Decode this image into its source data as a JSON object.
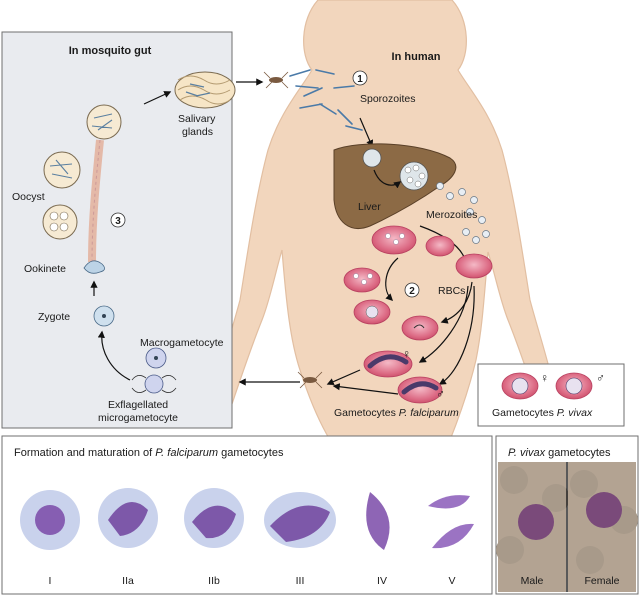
{
  "diagram": {
    "mosquito_title": "In mosquito gut",
    "human_title": "In human",
    "step1": "1",
    "step2": "2",
    "step3": "3",
    "sporozoites": "Sporozoites",
    "salivary_line1": "Salivary",
    "salivary_line2": "glands",
    "oocyst": "Oocyst",
    "ookinete": "Ookinete",
    "zygote": "Zygote",
    "macrogametocyte": "Macrogametocyte",
    "exflag_line1": "Exflagellated",
    "exflag_line2": "microgametocyte",
    "liver": "Liver",
    "merozoites": "Merozoites",
    "rbcs": "RBCs",
    "gametocytes_pf_prefix": "Gametocytes ",
    "gametocytes_pf_species": "P. falciparum",
    "gametocytes_pv_prefix": "Gametocytes ",
    "gametocytes_pv_species": "P. vivax",
    "female_symbol": "♀",
    "male_symbol": "♂"
  },
  "bottom": {
    "pf_title_prefix": "Formation and maturation of ",
    "pf_title_species": "P. falciparum",
    "pf_title_suffix": " gametocytes",
    "pv_title_species": "P. vivax",
    "pv_title_suffix": " gametocytes",
    "stages": [
      "I",
      "IIa",
      "IIb",
      "III",
      "IV",
      "V"
    ],
    "pv_male": "Male",
    "pv_female": "Female"
  },
  "colors": {
    "skin": "#f2d6bd",
    "liver": "#8c6a45",
    "rbc": "#d9607a",
    "panel_bg": "#e9ebef",
    "stain": "#7a4aa8"
  }
}
